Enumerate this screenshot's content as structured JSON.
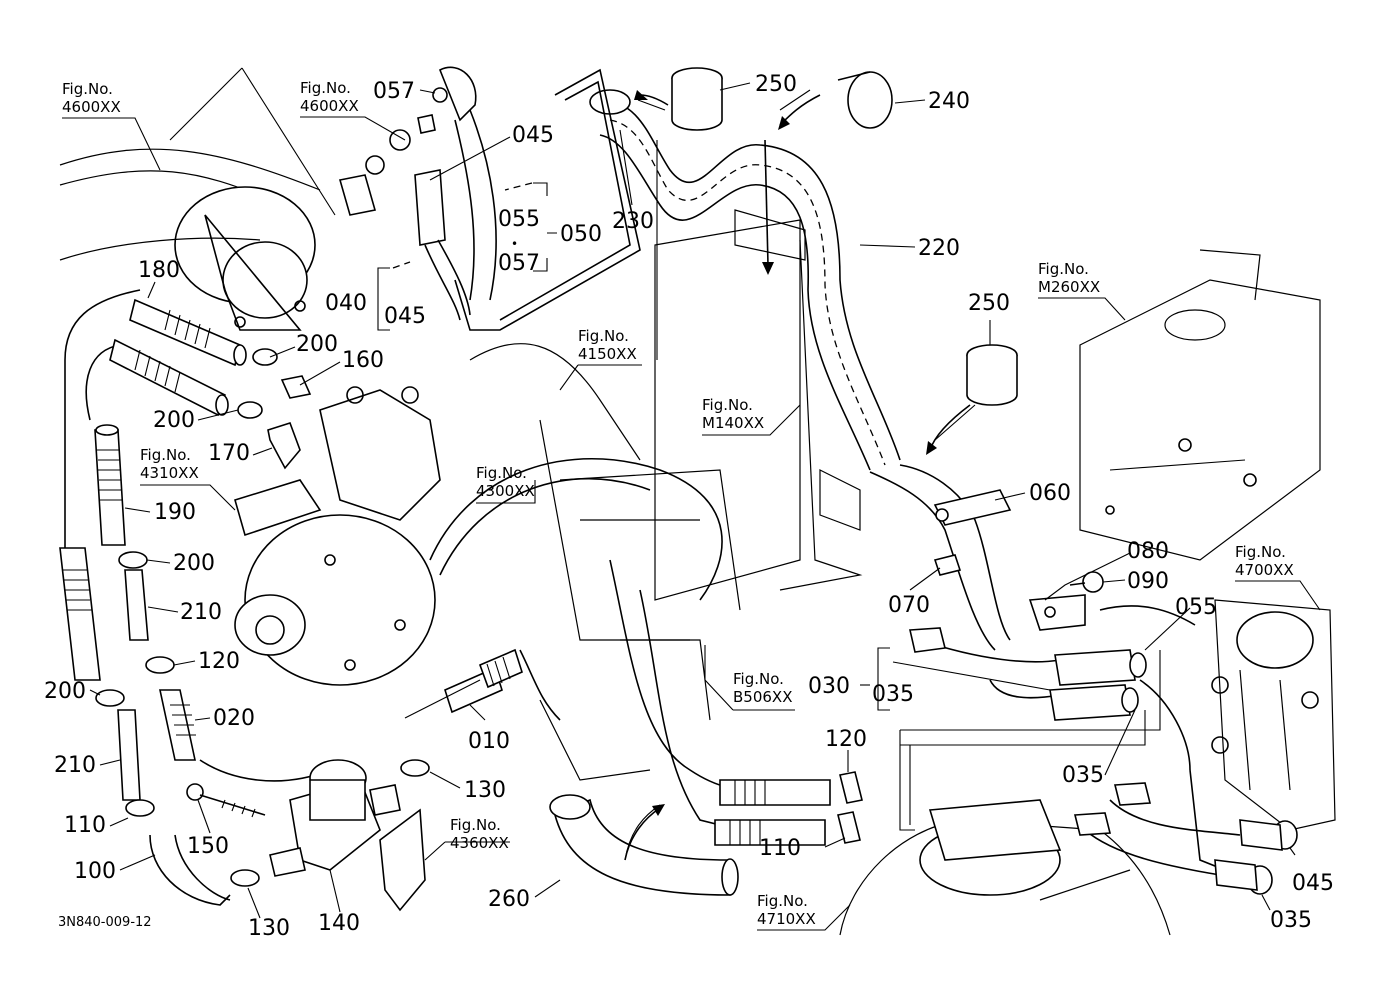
{
  "drawing_code": "3N840-009-12",
  "fig_refs": [
    {
      "id": "f1",
      "line1": "Fig.No.",
      "line2": "4600XX"
    },
    {
      "id": "f2",
      "line1": "Fig.No.",
      "line2": "4600XX"
    },
    {
      "id": "f3",
      "line1": "Fig.No.",
      "line2": "4150XX"
    },
    {
      "id": "f4",
      "line1": "Fig.No.",
      "line2": "M140XX"
    },
    {
      "id": "f5",
      "line1": "Fig.No.",
      "line2": "M260XX"
    },
    {
      "id": "f6",
      "line1": "Fig.No.",
      "line2": "4310XX"
    },
    {
      "id": "f7",
      "line1": "Fig.No.",
      "line2": "4300XX"
    },
    {
      "id": "f8",
      "line1": "Fig.No.",
      "line2": "4700XX"
    },
    {
      "id": "f9",
      "line1": "Fig.No.",
      "line2": "B506XX"
    },
    {
      "id": "f10",
      "line1": "Fig.No.",
      "line2": "4360XX"
    },
    {
      "id": "f11",
      "line1": "Fig.No.",
      "line2": "4710XX"
    }
  ],
  "part_labels": [
    {
      "id": "p057a",
      "text": "057"
    },
    {
      "id": "p045a",
      "text": "045"
    },
    {
      "id": "p055a",
      "text": "055"
    },
    {
      "id": "pdot",
      "text": "•"
    },
    {
      "id": "p057b",
      "text": "057"
    },
    {
      "id": "p050",
      "text": "050"
    },
    {
      "id": "p040",
      "text": "040"
    },
    {
      "id": "p045b",
      "text": "045"
    },
    {
      "id": "p250a",
      "text": "250"
    },
    {
      "id": "p240",
      "text": "240"
    },
    {
      "id": "p230",
      "text": "230"
    },
    {
      "id": "p220",
      "text": "220"
    },
    {
      "id": "p250b",
      "text": "250"
    },
    {
      "id": "p180",
      "text": "180"
    },
    {
      "id": "p200a",
      "text": "200"
    },
    {
      "id": "p160",
      "text": "160"
    },
    {
      "id": "p200b",
      "text": "200"
    },
    {
      "id": "p170",
      "text": "170"
    },
    {
      "id": "p190",
      "text": "190"
    },
    {
      "id": "p200c",
      "text": "200"
    },
    {
      "id": "p210a",
      "text": "210"
    },
    {
      "id": "p120a",
      "text": "120"
    },
    {
      "id": "p020",
      "text": "020"
    },
    {
      "id": "p200d",
      "text": "200"
    },
    {
      "id": "p210b",
      "text": "210"
    },
    {
      "id": "p110a",
      "text": "110"
    },
    {
      "id": "p100",
      "text": "100"
    },
    {
      "id": "p150",
      "text": "150"
    },
    {
      "id": "p130a",
      "text": "130"
    },
    {
      "id": "p130b",
      "text": "130"
    },
    {
      "id": "p140",
      "text": "140"
    },
    {
      "id": "p010",
      "text": "010"
    },
    {
      "id": "p060",
      "text": "060"
    },
    {
      "id": "p070",
      "text": "070"
    },
    {
      "id": "p080",
      "text": "080"
    },
    {
      "id": "p090",
      "text": "090"
    },
    {
      "id": "p055b",
      "text": "055"
    },
    {
      "id": "p030",
      "text": "030"
    },
    {
      "id": "p035a",
      "text": "035"
    },
    {
      "id": "p035b",
      "text": "035"
    },
    {
      "id": "p120b",
      "text": "120"
    },
    {
      "id": "p110b",
      "text": "110"
    },
    {
      "id": "p260",
      "text": "260"
    },
    {
      "id": "p045c",
      "text": "045"
    },
    {
      "id": "p035c",
      "text": "035"
    }
  ]
}
